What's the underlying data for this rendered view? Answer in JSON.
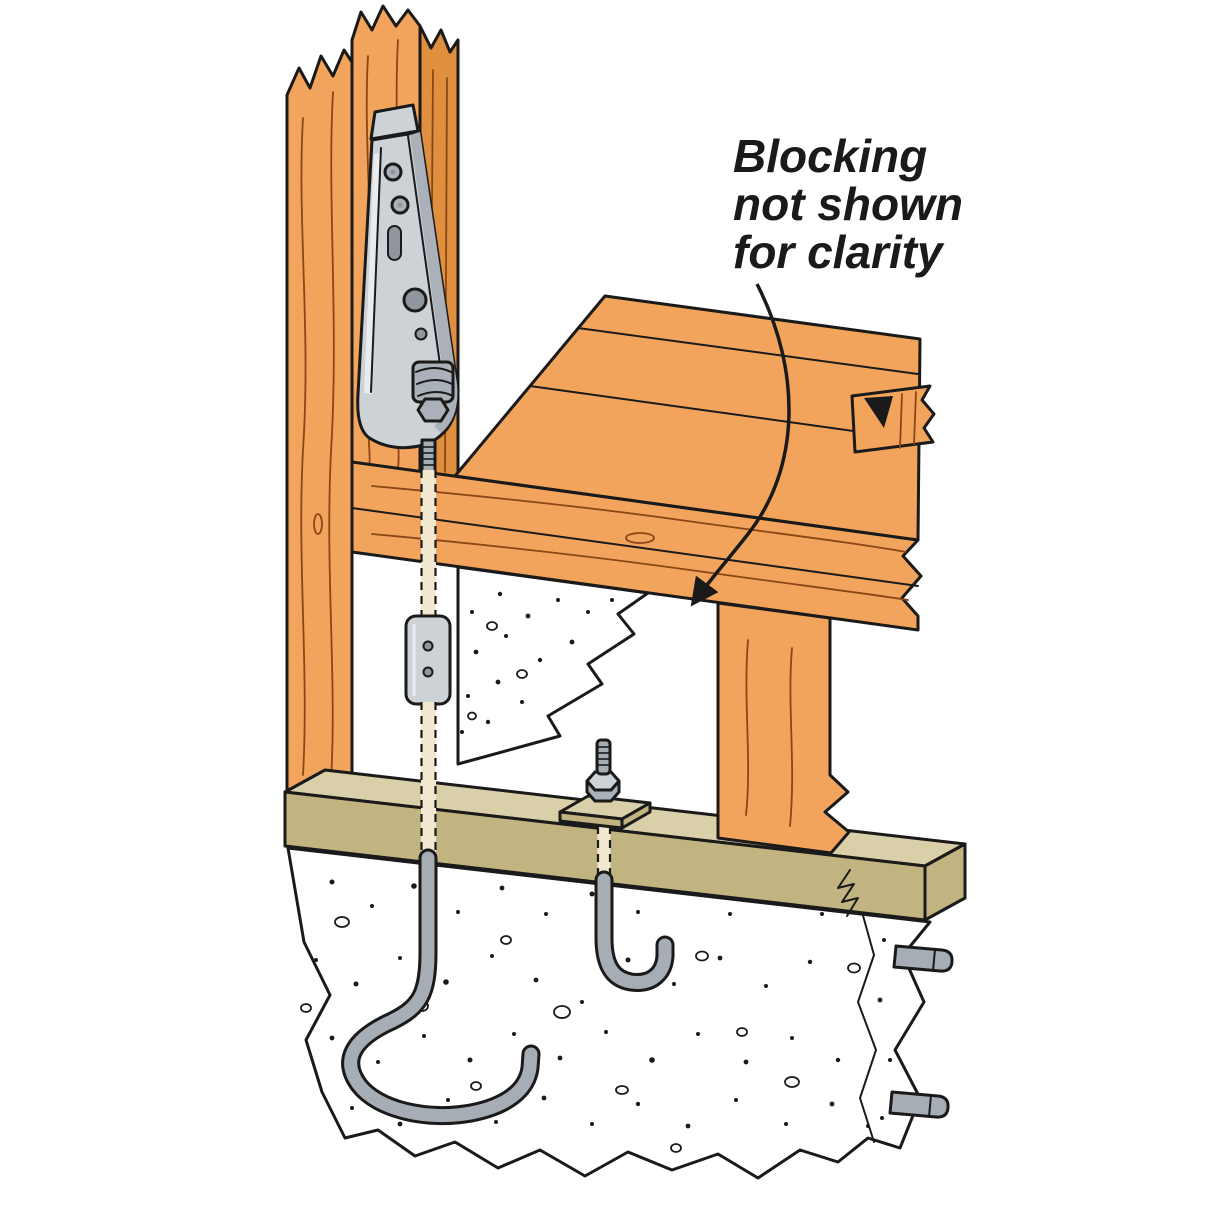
{
  "annotation": {
    "line1": "Blocking",
    "line2": "not shown",
    "line3": "for clarity"
  },
  "icons": {
    "annotation_arrow": "curved-arrow-down-left"
  },
  "colors": {
    "background": "#ffffff",
    "outline": "#1a1a1a",
    "wood": "#F2A45C",
    "wood-side": "#E08F3F",
    "wood-grain": "#8a4616",
    "sill-top": "#D9CFA8",
    "sill-front": "#C2B480",
    "concrete": "#ffffff",
    "metal-light": "#CDD2D7",
    "metal-mid": "#ABB1B8",
    "metal-dark": "#8F969D",
    "metal-hi": "#E9ECEF",
    "rod-gray": "#A7ADB4",
    "hidden-rod": "#F2E8CF"
  }
}
